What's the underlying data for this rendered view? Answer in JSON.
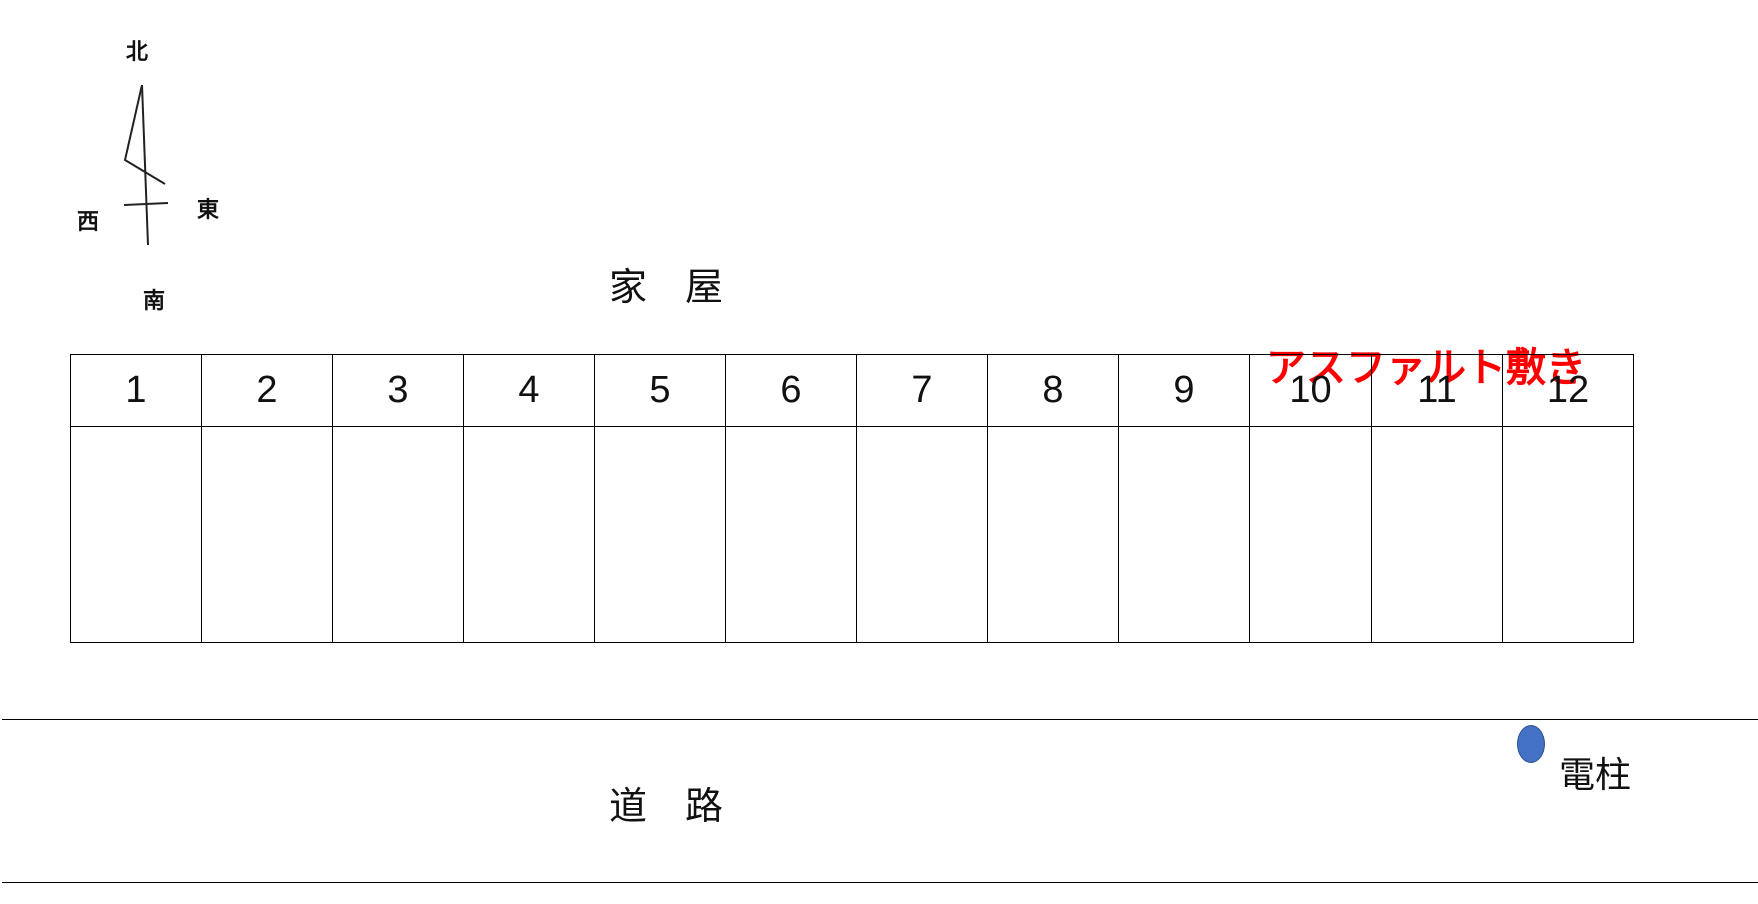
{
  "compass": {
    "north": "北",
    "south": "南",
    "east": "東",
    "west": "西"
  },
  "house_label": "家　屋",
  "road_label": "道　路",
  "surface_label": "アスファルト敷き",
  "lots": [
    "1",
    "2",
    "3",
    "4",
    "5",
    "6",
    "7",
    "8",
    "9",
    "10",
    "11",
    "12"
  ],
  "utility_pole_label": "電柱",
  "colors": {
    "surface_text": "#ff0000",
    "utility_pole_fill": "#4472c4",
    "lines": "#000000"
  }
}
